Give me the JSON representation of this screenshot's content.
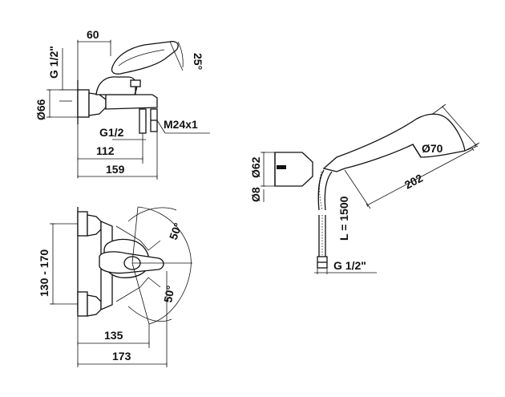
{
  "dims": {
    "width_60": "60",
    "thread_g12_top": "G 1/2\"",
    "angle_25": "25°",
    "dia_66": "Ø66",
    "thread_g12_small": "G1/2",
    "thread_m24": "M24x1",
    "len_112": "112",
    "len_159": "159",
    "dia_62": "Ø62",
    "dia_8": "Ø8",
    "hose_len": "L = 1500",
    "dia_70": "Ø70",
    "len_202": "202",
    "thread_g12_hose": "G 1/2\"",
    "range_130_170": "130 - 170",
    "angle_50_top": "50°",
    "angle_50_bottom": "50°",
    "len_135": "135",
    "len_173": "173"
  }
}
